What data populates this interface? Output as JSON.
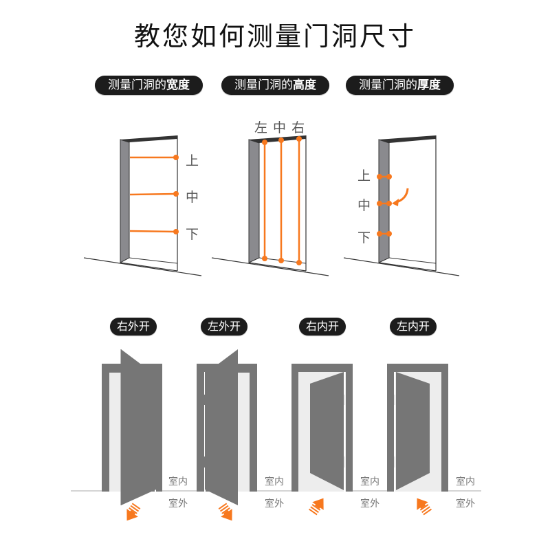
{
  "title": "教您如何测量门洞尺寸",
  "measure_section": {
    "pills": [
      {
        "prefix": "测量门洞的",
        "emphasis": "宽度"
      },
      {
        "prefix": "测量门洞的",
        "emphasis": "高度"
      },
      {
        "prefix": "测量门洞的",
        "emphasis": "厚度"
      }
    ],
    "width_labels": [
      "上",
      "中",
      "下"
    ],
    "height_label": "左 中 右",
    "thickness_labels": [
      "上",
      "中",
      "下"
    ]
  },
  "swing_section": {
    "doors": [
      {
        "label": "右外开",
        "inside": "室内",
        "outside": "室外"
      },
      {
        "label": "左外开",
        "inside": "室内",
        "outside": "室外"
      },
      {
        "label": "右内开",
        "inside": "室内",
        "outside": "室外"
      },
      {
        "label": "左内开",
        "inside": "室内",
        "outside": "室外"
      }
    ]
  },
  "colors": {
    "accent": "#f7781e",
    "frame": "#767676",
    "pill_bg": "#1c1c1c",
    "jamb": "#8a8a8e"
  }
}
